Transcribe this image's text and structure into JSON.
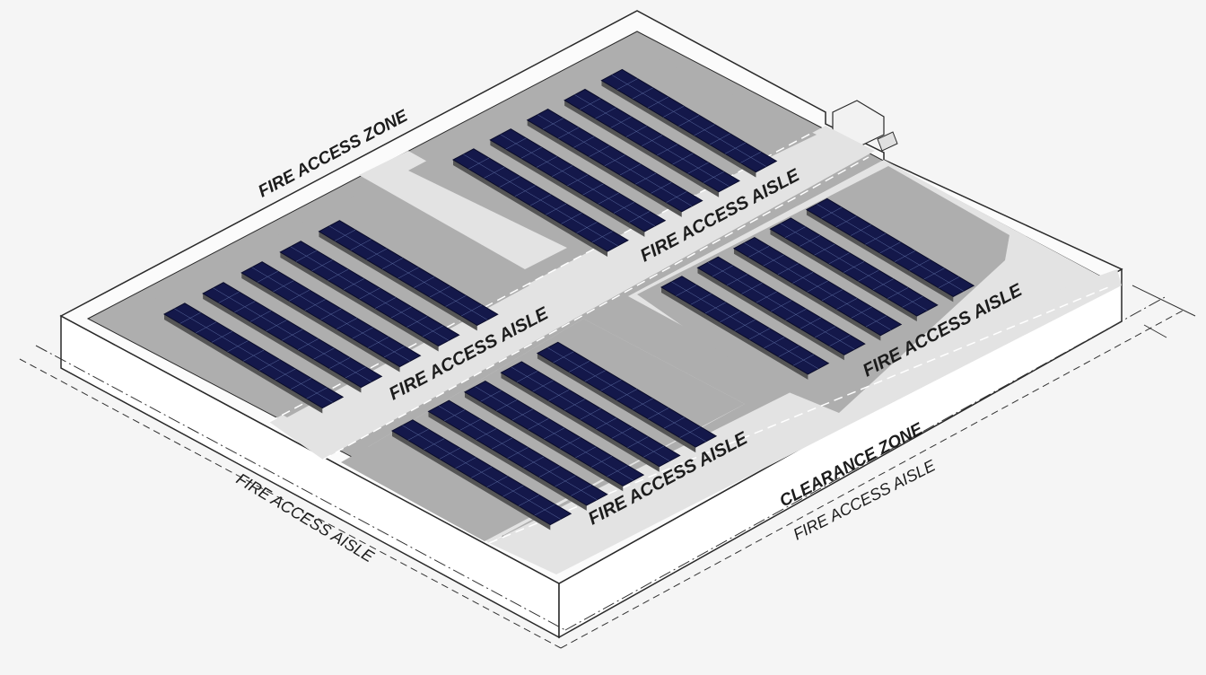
{
  "labels": {
    "fire_access_zone": "FIRE ACCESS ZONE",
    "aisle_north": "FIRE ACCESS AISLE",
    "aisle_west": "FIRE ACCESS AISLE",
    "aisle_east": "FIRE ACCESS AISLE",
    "aisle_south": "FIRE ACCESS AISLE",
    "clearance_zone": "CLEARANCE ZONE",
    "perimeter_aisle_left": "FIRE ACCESS AISLE",
    "perimeter_aisle_right": "FIRE ACCESS AISLE"
  },
  "colors": {
    "background": "#f5f5f5",
    "roof_gray": "#aeaeae",
    "aisle_light": "#e3e3e3",
    "parapet_top": "#fbfbfb",
    "wall_face": "#ffffff",
    "panel_navy": "#14184a",
    "outline": "#2a2a2a"
  },
  "panel_blocks": [
    {
      "name": "north-array",
      "rows": 5
    },
    {
      "name": "west-array",
      "rows": 5
    },
    {
      "name": "east-array",
      "rows": 5
    },
    {
      "name": "south-array",
      "rows": 5
    }
  ]
}
